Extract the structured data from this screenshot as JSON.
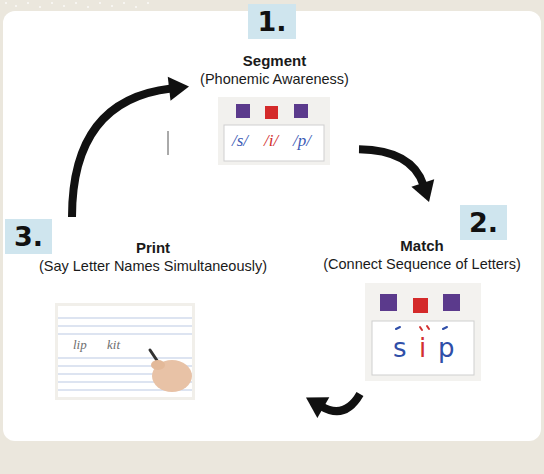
{
  "diagram": {
    "nodes": [
      {
        "text": [
          "Segment",
          "(Phonemic Awareness)"
        ]
      },
      {
        "text": [
          "1."
        ],
        "in": 0
      },
      {
        "text": [
          "Match",
          "(Connect Sequence of Letters)"
        ]
      },
      {
        "text": [
          "2."
        ],
        "in": 2
      },
      {
        "text": [
          "Print",
          "(Say Letter Names Simultaneously)"
        ]
      },
      {
        "text": [
          "3."
        ],
        "in": 4
      }
    ],
    "edges": [
      {
        "from": 0,
        "to": 2,
        "arrow": "to"
      },
      {
        "from": 2,
        "to": 4,
        "arrow": "to"
      },
      {
        "from": 4,
        "to": 0,
        "arrow": "to"
      }
    ],
    "labels": [
      "/s/",
      "/i/",
      "/p/",
      "s",
      "i",
      "p",
      "lip",
      "kit"
    ]
  }
}
